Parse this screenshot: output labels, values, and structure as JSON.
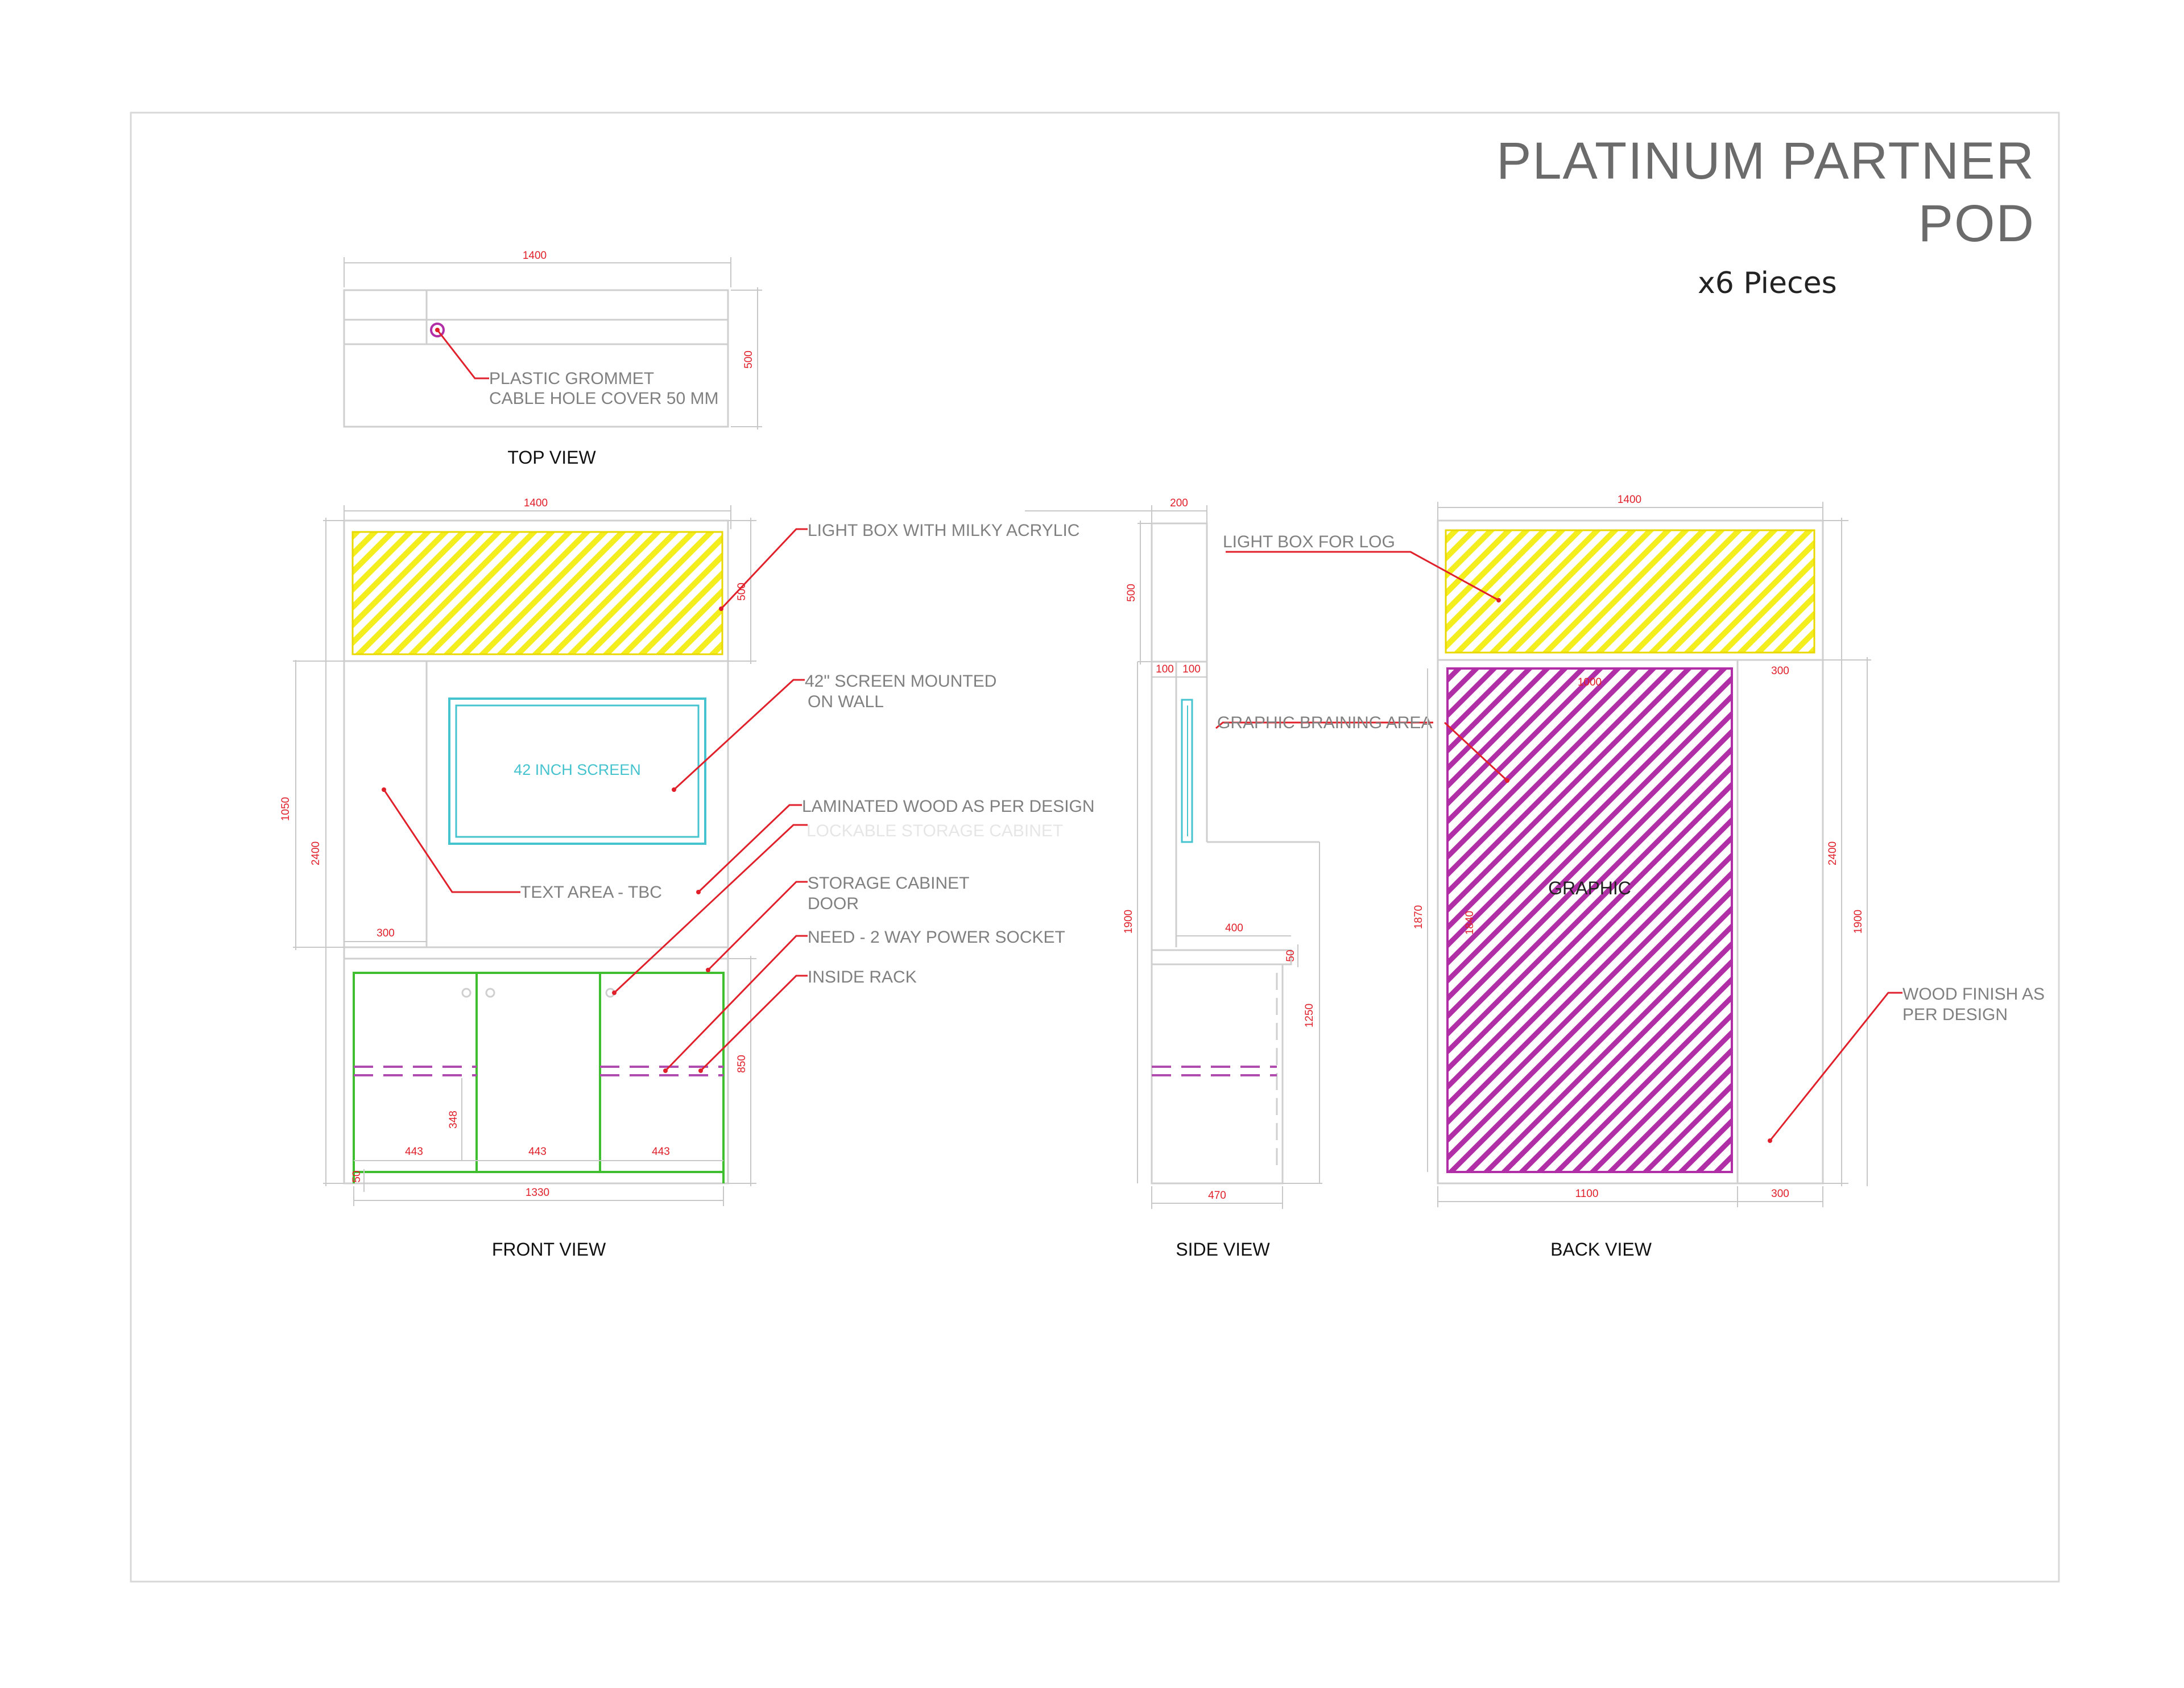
{
  "title": {
    "line1": "PLATINUM  PARTNER",
    "line2": "POD",
    "quantity": "x6 Pieces"
  },
  "views": {
    "top": "TOP VIEW",
    "front": "FRONT VIEW",
    "side": "SIDE VIEW",
    "back": "BACK VIEW"
  },
  "labels": {
    "grommet_1": "PLASTIC GROMMET",
    "grommet_2": "CABLE HOLE  COVER 50 MM",
    "light_box": "LIGHT BOX  WITH MILKY ACRYLIC",
    "screen_1": "42\" SCREEN MOUNTED",
    "screen_2": "ON WALL",
    "screen_inside": "42 INCH SCREEN",
    "laminated": "LAMINATED WOOD  AS PER DESIGN",
    "lockable": "LOCKABLE STORAGE CABINET",
    "cabinet_door_1": "STORAGE CABINET",
    "cabinet_door_2": "DOOR",
    "text_area": "TEXT AREA - TBC",
    "power": "NEED - 2 WAY POWER SOCKET",
    "rack": "INSIDE RACK",
    "light_box_log": "LIGHT BOX FOR LOG",
    "graphic_area": "GRAPHIC BRAINING AREA",
    "graphic": "GRAPHIC",
    "wood_finish_1": "WOOD FINISH AS",
    "wood_finish_2": "PER DESIGN"
  },
  "dims": {
    "top_w": "1400",
    "top_d": "500",
    "front_w": "1400",
    "front_lb": "500",
    "front_1050": "1050",
    "front_2400": "2400",
    "front_300": "300",
    "front_850": "850",
    "front_348": "348",
    "front_443a": "443",
    "front_443b": "443",
    "front_443c": "443",
    "front_50": "50",
    "front_1330": "1330",
    "side_200": "200",
    "side_500": "500",
    "side_100a": "100",
    "side_100b": "100",
    "side_1900": "1900",
    "side_400": "400",
    "side_50": "50",
    "side_1250": "1250",
    "side_470": "470",
    "back_1400": "1400",
    "back_1000": "1000",
    "back_300a": "300",
    "back_2400": "2400",
    "back_1870": "1870",
    "back_1840": "1840",
    "back_1900": "1900",
    "back_1100": "1100",
    "back_300b": "300"
  },
  "colors": {
    "light_box": "#f4ee1f",
    "graphic": "#b12fa6",
    "cabinet": "#3fbf2f",
    "screen": "#45c3cf",
    "dimension_text": "#e0202a"
  }
}
